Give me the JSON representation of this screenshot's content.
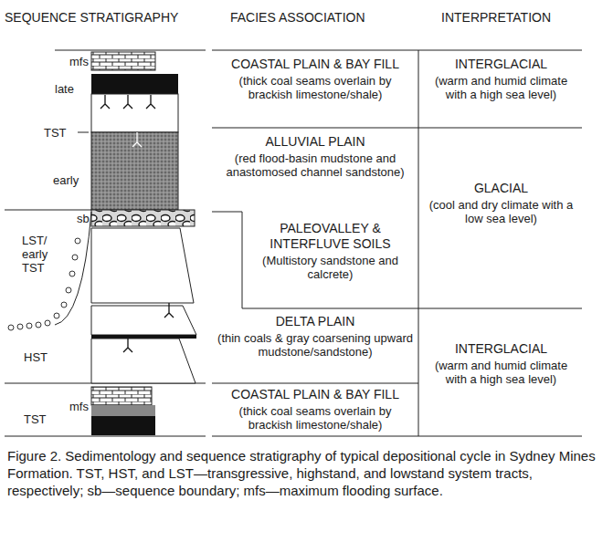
{
  "diagram": {
    "caption": "Figure 2. Sedimentology and sequence stratigraphy of typical depositional cycle in Sydney Mines Formation. TST, HST, and LST—transgressive, highstand, and lowstand system tracts, respectively; sb—sequence boundary; mfs—maximum flooding surface.",
    "nodes": [
      {
        "text": [
          "COASTAL PLAIN & BAY FILL",
          "(thick coal seams overlain by brackish limestone/shale)"
        ]
      },
      {
        "text": [
          "ALLUVIAL PLAIN",
          "(red flood-basin mudstone and anastomosed channel sandstone)"
        ]
      },
      {
        "text": [
          "PALEOVALLEY & INTERFLUVE SOILS",
          "(Multistory sandstone and calcrete)"
        ]
      },
      {
        "text": [
          "DELTA PLAIN",
          "(thin coals & gray coarsening upward mudstone/sandstone)"
        ]
      },
      {
        "text": [
          "COASTAL PLAIN & BAY FILL",
          "(thick coal seams overlain by brackish limestone/shale)"
        ]
      },
      {
        "text": [
          "INTERGLACIAL",
          "(warm and humid climate with a high sea level)"
        ]
      },
      {
        "text": [
          "GLACIAL",
          "(cool and dry climate with a low sea level)"
        ]
      },
      {
        "text": [
          "INTERGLACIAL",
          "(warm and humid climate with a high sea level)"
        ]
      }
    ],
    "labels": [
      "SEQUENCE STRATIGRAPHY",
      "FACIES ASSOCIATION",
      "INTERPRETATION",
      "mfs",
      "late",
      "TST",
      "early",
      "sb",
      "LST/ early TST",
      "HST",
      "TST",
      "mfs"
    ]
  }
}
